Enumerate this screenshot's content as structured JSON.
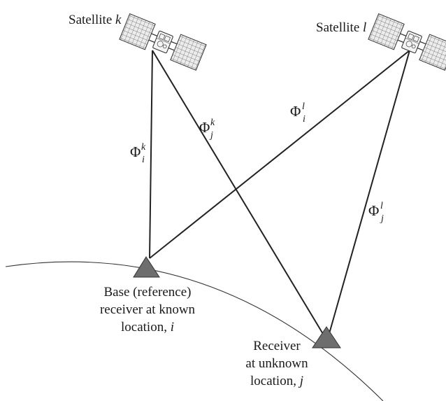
{
  "satellites": [
    {
      "label_prefix": "Satellite ",
      "label_var": "k"
    },
    {
      "label_prefix": "Satellite ",
      "label_var": "l"
    }
  ],
  "ranges": [
    {
      "symbol": "Φ",
      "sup": "k",
      "sub": "i"
    },
    {
      "symbol": "Φ",
      "sup": "k",
      "sub": "j"
    },
    {
      "symbol": "Φ",
      "sup": "l",
      "sub": "i"
    },
    {
      "symbol": "Φ",
      "sup": "l",
      "sub": "j"
    }
  ],
  "base_receiver": {
    "line1": "Base (reference)",
    "line2": "receiver at known",
    "line3_prefix": "location, ",
    "line3_var": "i"
  },
  "rover_receiver": {
    "line1": "Receiver",
    "line2": "at unknown",
    "line3_prefix": "location, ",
    "line3_var": "j"
  },
  "colors": {
    "line": "#222222",
    "receiver_fill": "#6e6e6e",
    "satellite_body": "#f2f2f2",
    "panel": "#e9e9e9"
  }
}
